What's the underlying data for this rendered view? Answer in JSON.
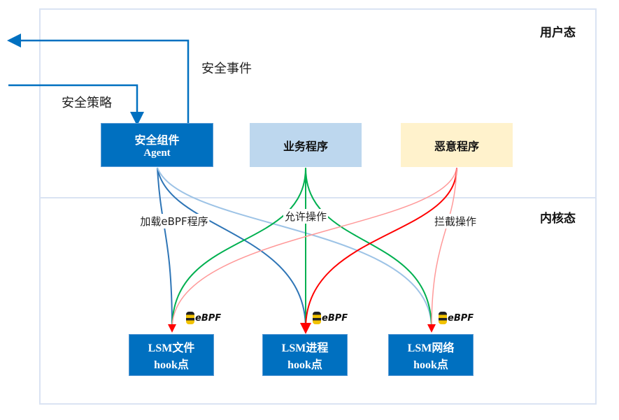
{
  "zones": {
    "user": "用户态",
    "kernel": "内核态"
  },
  "external": {
    "event": "安全事件",
    "policy": "安全策略"
  },
  "userspace": {
    "agent": {
      "title": "安全组件",
      "subtitle": "Agent"
    },
    "business": "业务程序",
    "malicious": "恶意程序"
  },
  "flows": {
    "load": "加载eBPF程序",
    "allow": "允许操作",
    "block": "拦截操作"
  },
  "ebpf_label": "eBPF",
  "hooks": [
    {
      "title": "LSM文件",
      "sub": "hook点"
    },
    {
      "title": "LSM进程",
      "sub": "hook点"
    },
    {
      "title": "LSM网络",
      "sub": "hook点"
    }
  ],
  "colors": {
    "blue": "#0070c0",
    "green": "#00b050",
    "red": "#ff0000",
    "business": "#bdd7ee",
    "malicious": "#fff2cc"
  }
}
